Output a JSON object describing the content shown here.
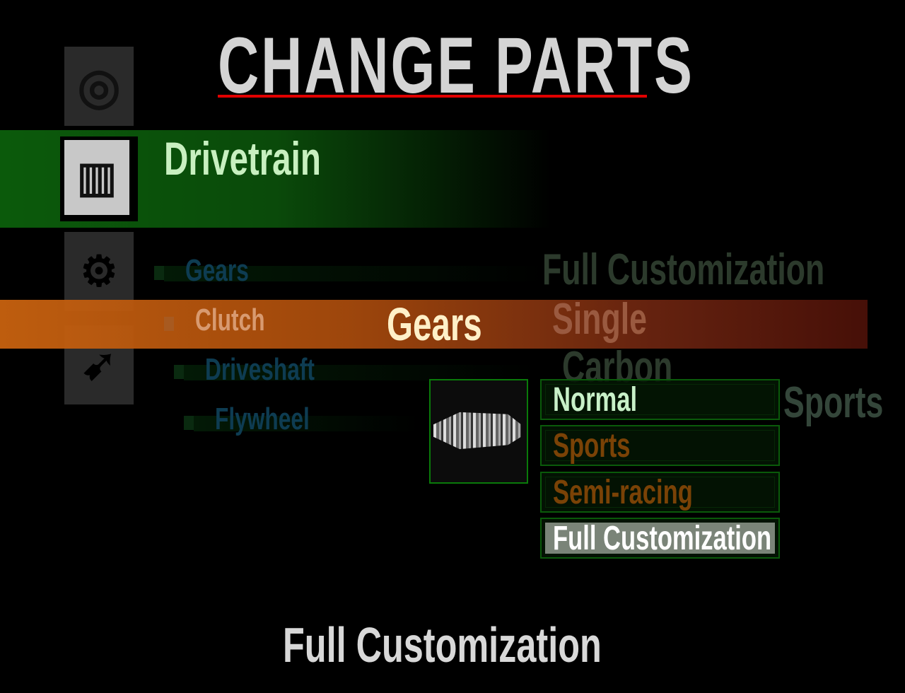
{
  "header": {
    "title": "CHANGE PARTS",
    "accent_color": "#e00000"
  },
  "categories": [
    {
      "name": "brakes",
      "icon": "brake-disc-icon"
    },
    {
      "name": "drivetrain",
      "label": "Drivetrain",
      "icon": "transmission-icon",
      "selected": true
    },
    {
      "name": "engine",
      "icon": "engine-icon"
    },
    {
      "name": "turbo",
      "icon": "turbo-icon"
    }
  ],
  "submenu": {
    "items": [
      {
        "label": "Gears",
        "value": "Full Customization"
      },
      {
        "label": "Clutch",
        "value": "Single"
      },
      {
        "label": "Driveshaft",
        "value": "Carbon"
      },
      {
        "label": "Flywheel",
        "value": "Sports"
      }
    ],
    "highlighted": "Gears"
  },
  "options": {
    "items": [
      "Normal",
      "Sports",
      "Semi-racing",
      "Full Customization"
    ],
    "selected_index": 3
  },
  "footer": {
    "description": "Full Customization"
  }
}
